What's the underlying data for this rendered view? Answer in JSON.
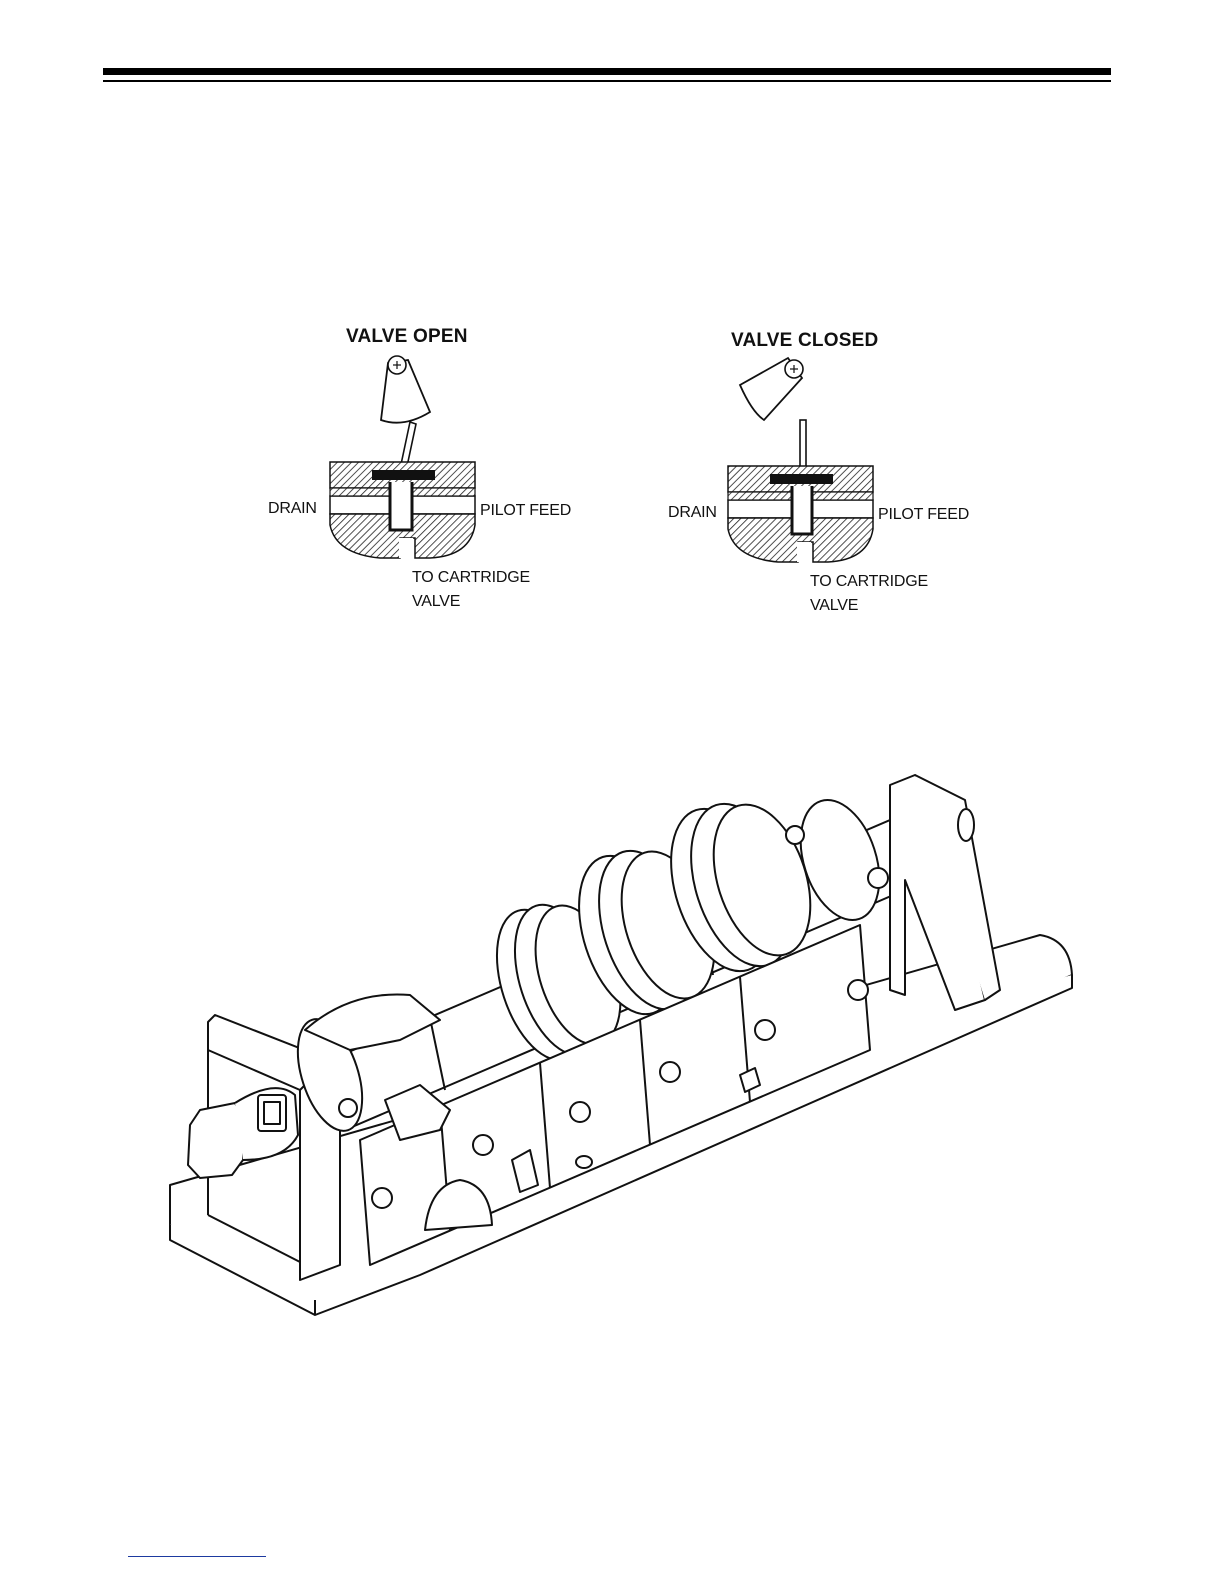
{
  "valve_open": {
    "title": "VALVE OPEN",
    "drain_label": "DRAIN",
    "pilot_feed_label": "PILOT FEED",
    "to_cartridge_label_line1": "TO CARTRIDGE",
    "to_cartridge_label_line2": "VALVE"
  },
  "valve_closed": {
    "title": "VALVE CLOSED",
    "drain_label": "DRAIN",
    "pilot_feed_label": "PILOT FEED",
    "to_cartridge_label_line1": "TO CARTRIDGE",
    "to_cartridge_label_line2": "VALVE"
  },
  "colors": {
    "ink": "#111111",
    "background": "#ffffff",
    "footer_rule": "#1d3aa0"
  }
}
